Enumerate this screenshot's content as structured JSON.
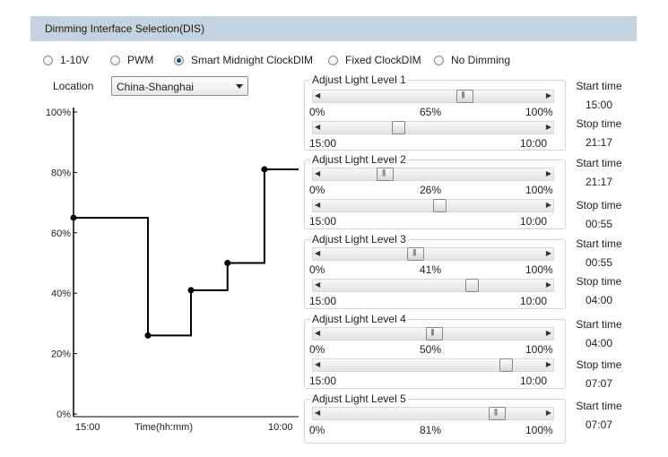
{
  "header": {
    "title": "Dimming Interface Selection(DIS)"
  },
  "interface_options": [
    {
      "label": "1-10V",
      "selected": false
    },
    {
      "label": "PWM",
      "selected": false
    },
    {
      "label": "Smart Midnight ClockDIM",
      "selected": true
    },
    {
      "label": "Fixed ClockDIM",
      "selected": false
    },
    {
      "label": "No Dimming",
      "selected": false
    }
  ],
  "location": {
    "label": "Location",
    "value": "China-Shanghai"
  },
  "chart_data": {
    "type": "line",
    "step": true,
    "y_ticks": [
      "100%",
      "80%",
      "60%",
      "40%",
      "20%",
      "0%"
    ],
    "x_start": "15:00",
    "x_end": "10:00",
    "xlabel": "Time(hh:mm)",
    "points": [
      {
        "t": "15:00",
        "level": 65
      },
      {
        "t": "21:17",
        "level": 26
      },
      {
        "t": "00:55",
        "level": 41
      },
      {
        "t": "04:00",
        "level": 50
      },
      {
        "t": "07:07",
        "level": 81
      }
    ]
  },
  "levels": [
    {
      "title": "Adjust Light Level 1",
      "min": "0%",
      "max": "100%",
      "value": "65%",
      "level": 65,
      "start_label": "Start time",
      "start": "15:00",
      "stop_label": "Stop time",
      "stop": "21:17"
    },
    {
      "title": "Adjust Light Level 2",
      "min": "0%",
      "max": "100%",
      "value": "26%",
      "level": 26,
      "start_label": "Start time",
      "start": "21:17",
      "stop_label": "Stop time",
      "stop": "00:55"
    },
    {
      "title": "Adjust Light Level 3",
      "min": "0%",
      "max": "100%",
      "value": "41%",
      "level": 41,
      "start_label": "Start time",
      "start": "00:55",
      "stop_label": "Stop time",
      "stop": "04:00"
    },
    {
      "title": "Adjust Light Level 4",
      "min": "0%",
      "max": "100%",
      "value": "50%",
      "level": 50,
      "start_label": "Start time",
      "start": "04:00",
      "stop_label": "Stop time",
      "stop": "07:07"
    },
    {
      "title": "Adjust Light Level 5",
      "min": "0%",
      "max": "100%",
      "value": "81%",
      "level": 81,
      "start_label": "Start time",
      "start": "07:07"
    }
  ],
  "time_range": {
    "start": "15:00",
    "end": "10:00"
  }
}
